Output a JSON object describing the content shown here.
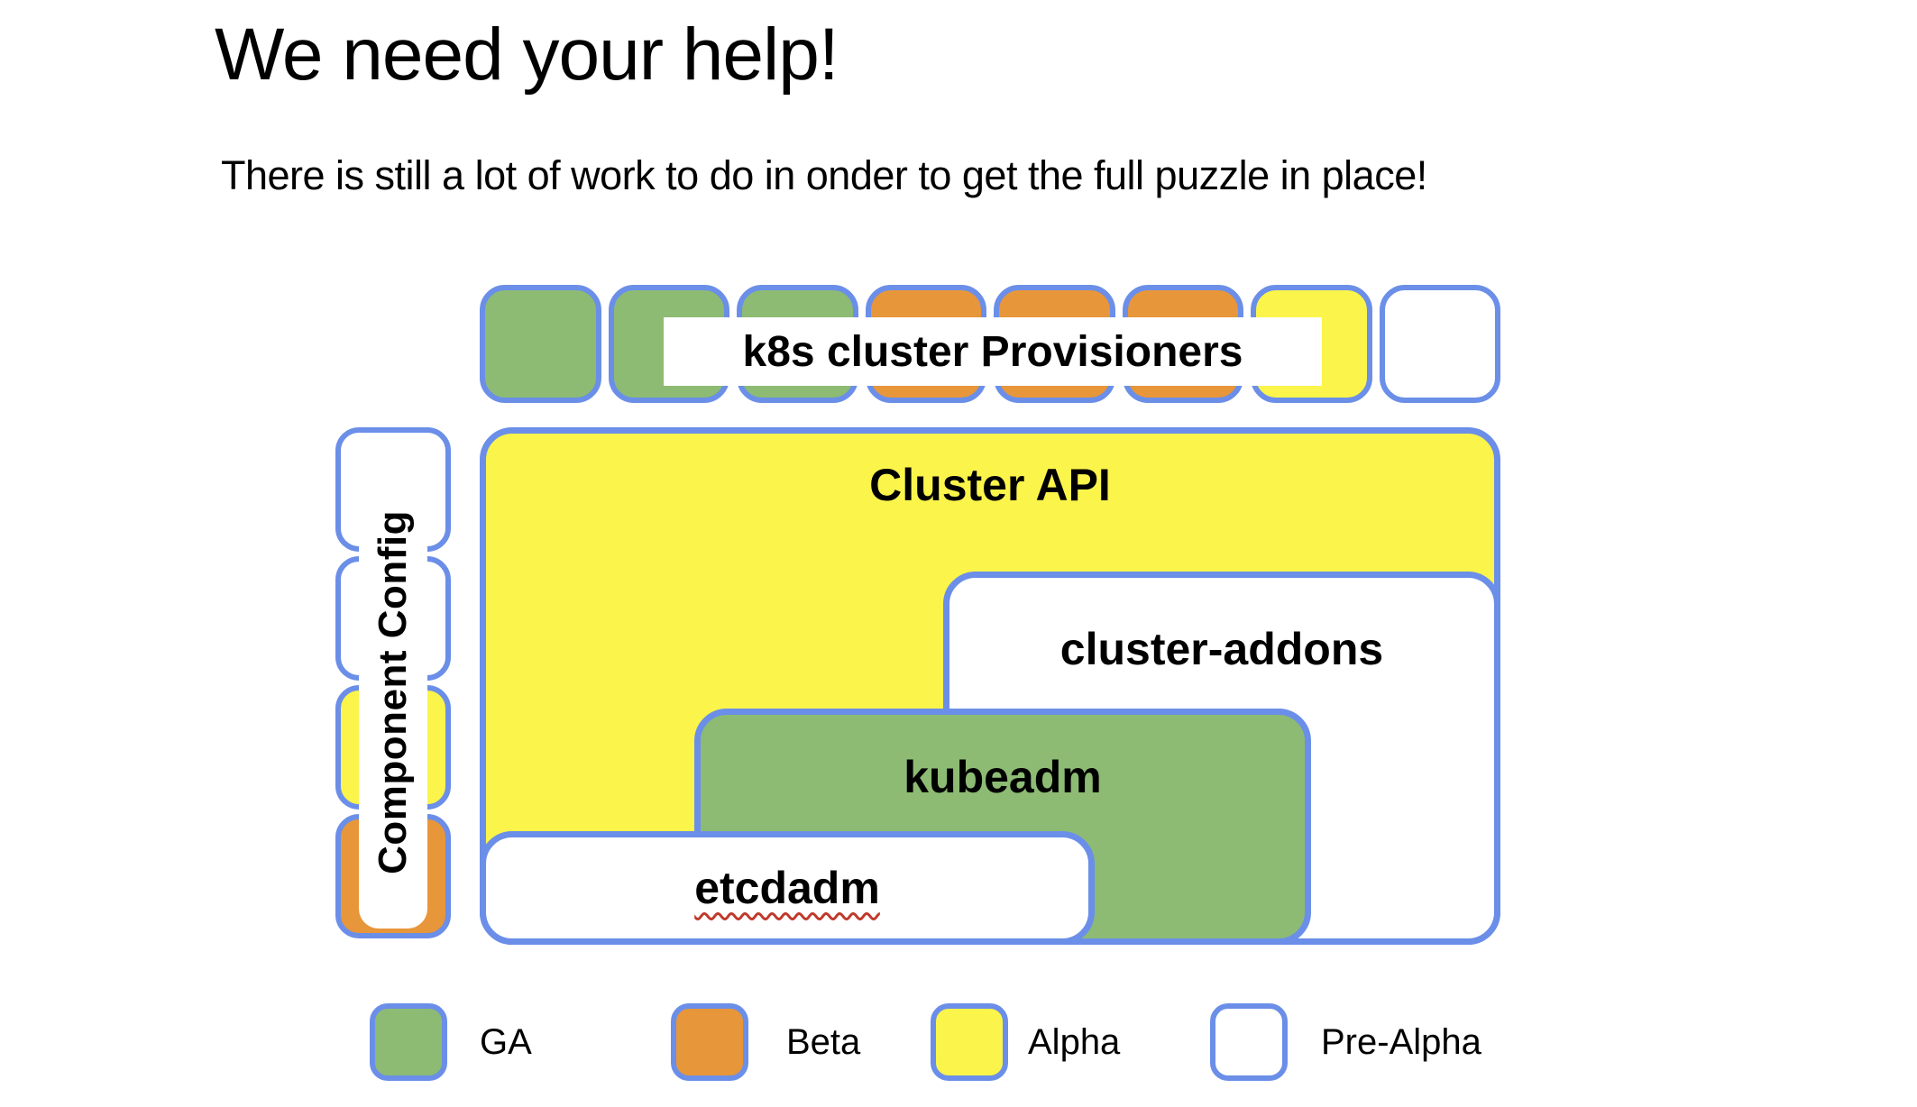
{
  "slide": {
    "title": "We need your help!",
    "subtitle": "There is still a lot of work to do in onder to get the full puzzle in place!"
  },
  "diagram": {
    "provisioners": {
      "label": "k8s cluster Provisioners",
      "squares": [
        "ga",
        "ga",
        "ga",
        "beta",
        "beta",
        "beta",
        "alpha",
        "pre_alpha"
      ]
    },
    "component_config": {
      "label": "Component Config",
      "squares": [
        "pre_alpha",
        "pre_alpha",
        "alpha",
        "beta"
      ]
    },
    "cluster_api": {
      "label": "Cluster API",
      "status": "alpha"
    },
    "cluster_addons": {
      "label": "cluster-addons",
      "status": "pre_alpha"
    },
    "kubeadm": {
      "label": "kubeadm",
      "status": "ga"
    },
    "etcdadm": {
      "label": "etcdadm",
      "status": "pre_alpha",
      "has_spellcheck_underline": true
    }
  },
  "legend": {
    "items": [
      {
        "label": "GA",
        "status": "ga"
      },
      {
        "label": "Beta",
        "status": "beta"
      },
      {
        "label": "Alpha",
        "status": "alpha"
      },
      {
        "label": "Pre-Alpha",
        "status": "pre_alpha"
      }
    ]
  },
  "colors": {
    "ga": "#8dbb73",
    "beta": "#e8963a",
    "alpha": "#fbf44b",
    "pre_alpha": "#ffffff",
    "outline": "#6b8fe8",
    "spellcheck_red": "#c03a2b",
    "text": "#000000"
  }
}
